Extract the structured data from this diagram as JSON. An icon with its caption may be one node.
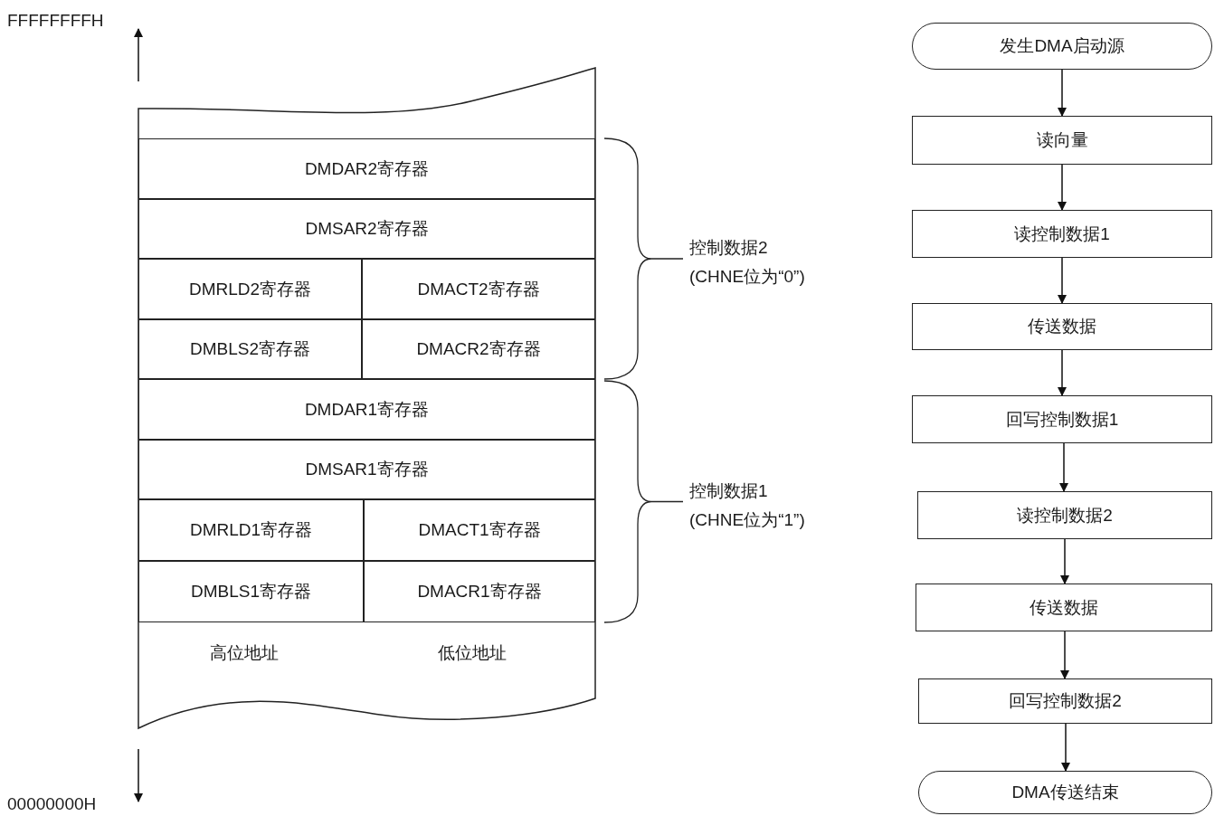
{
  "diagram": {
    "nodes": [
      {
        "text": [
          "DMDAR2寄存器"
        ]
      },
      {
        "text": [
          "DMSAR2寄存器"
        ]
      },
      {
        "text": [
          "DMRLD2寄存器"
        ]
      },
      {
        "text": [
          "DMACT2寄存器"
        ]
      },
      {
        "text": [
          "DMBLS2寄存器"
        ]
      },
      {
        "text": [
          "DMACR2寄存器"
        ]
      },
      {
        "text": [
          "DMDAR1寄存器"
        ]
      },
      {
        "text": [
          "DMSAR1寄存器"
        ]
      },
      {
        "text": [
          "DMRLD1寄存器"
        ]
      },
      {
        "text": [
          "DMACT1寄存器"
        ]
      },
      {
        "text": [
          "DMBLS1寄存器"
        ]
      },
      {
        "text": [
          "DMACR1寄存器"
        ]
      },
      {
        "text": [
          "发生DMA启动源"
        ]
      },
      {
        "text": [
          "读向量"
        ]
      },
      {
        "text": [
          "读控制数据1"
        ]
      },
      {
        "text": [
          "传送数据"
        ]
      },
      {
        "text": [
          "回写控制数据1"
        ]
      },
      {
        "text": [
          "读控制数据2"
        ]
      },
      {
        "text": [
          "传送数据"
        ]
      },
      {
        "text": [
          "回写控制数据2"
        ]
      },
      {
        "text": [
          "DMA传送结束"
        ]
      }
    ],
    "edges": [
      {
        "from": 12,
        "to": 13,
        "arrow": "to"
      },
      {
        "from": 13,
        "to": 14,
        "arrow": "to"
      },
      {
        "from": 14,
        "to": 15,
        "arrow": "to"
      },
      {
        "from": 15,
        "to": 16,
        "arrow": "to"
      },
      {
        "from": 16,
        "to": 17,
        "arrow": "to"
      },
      {
        "from": 17,
        "to": 18,
        "arrow": "to"
      },
      {
        "from": 18,
        "to": 19,
        "arrow": "to"
      },
      {
        "from": 19,
        "to": 20,
        "arrow": "to"
      }
    ],
    "labels": [
      "FFFFFFFFH",
      "控制数据2",
      "(CHNE位为“0”)",
      "控制数据1",
      "(CHNE位为“1”)",
      "高位地址",
      "低位地址",
      "00000000H"
    ]
  }
}
